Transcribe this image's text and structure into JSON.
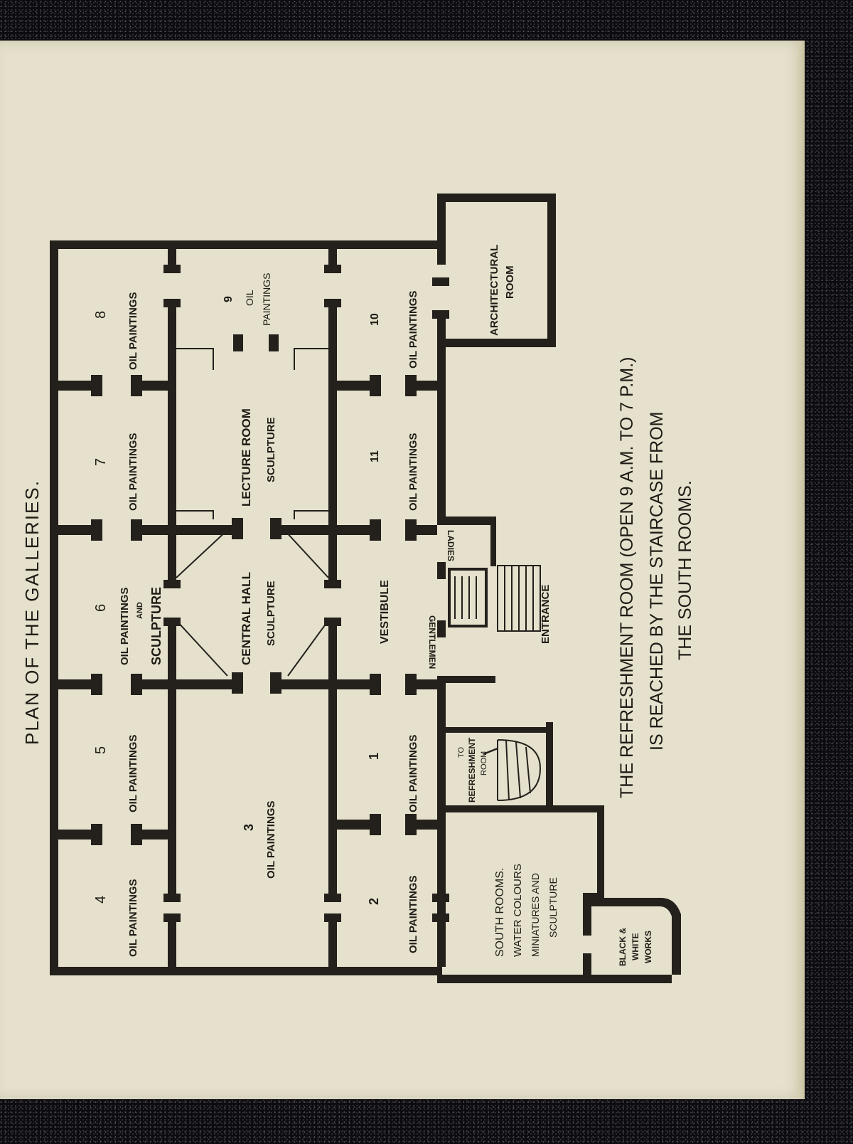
{
  "title": "PLAN OF THE GALLERIES.",
  "caption_lines": [
    "THE REFRESHMENT ROOM (OPEN 9 A.M. TO 7 P.M.)",
    "IS REACHED BY THE STAIRCASE FROM",
    "THE SOUTH ROOMS."
  ],
  "rooms": {
    "r4": {
      "number": "4",
      "label": "OIL PAINTINGS"
    },
    "r5": {
      "number": "5",
      "label": "OIL PAINTINGS"
    },
    "r6": {
      "number": "6",
      "label1": "OIL PAINTINGS",
      "label2": "AND",
      "label3": "SCULPTURE"
    },
    "r7": {
      "number": "7",
      "label": "OIL PAINTINGS"
    },
    "r8": {
      "number": "8",
      "label": "OIL PAINTINGS"
    },
    "r3": {
      "number": "3",
      "label": "OIL PAINTINGS"
    },
    "central_hall": {
      "label1": "CENTRAL HALL",
      "label2": "SCULPTURE"
    },
    "lecture_room": {
      "label1": "LECTURE ROOM",
      "label2": "SCULPTURE"
    },
    "r9": {
      "number": "9",
      "label1": "OIL",
      "label2": "PAINTINGS"
    },
    "r2": {
      "number": "2",
      "label": "OIL PAINTINGS"
    },
    "r1": {
      "number": "1",
      "label": "OIL PAINTINGS"
    },
    "vestibule": {
      "label": "VESTIBULE"
    },
    "r11": {
      "number": "11",
      "label": "OIL PAINTINGS"
    },
    "r10": {
      "number": "10",
      "label": "OIL PAINTINGS"
    },
    "architectural_room": {
      "label1": "ARCHITECTURAL",
      "label2": "ROOM"
    },
    "ladies": {
      "label": "LADIES"
    },
    "gentlemen": {
      "label": "GENTLEMEN"
    },
    "entrance": {
      "label": "ENTRANCE"
    },
    "refreshment_stair": {
      "label1": "TO",
      "label2": "REFRESHMENT",
      "label3": "ROOM"
    },
    "south_rooms": {
      "label1": "SOUTH ROOMS.",
      "label2": "WATER COLOURS",
      "label3": "MINIATURES AND",
      "label4": "SCULPTURE"
    },
    "black_white": {
      "label1": "BLACK &",
      "label2": "WHITE",
      "label3": "WORKS"
    }
  }
}
